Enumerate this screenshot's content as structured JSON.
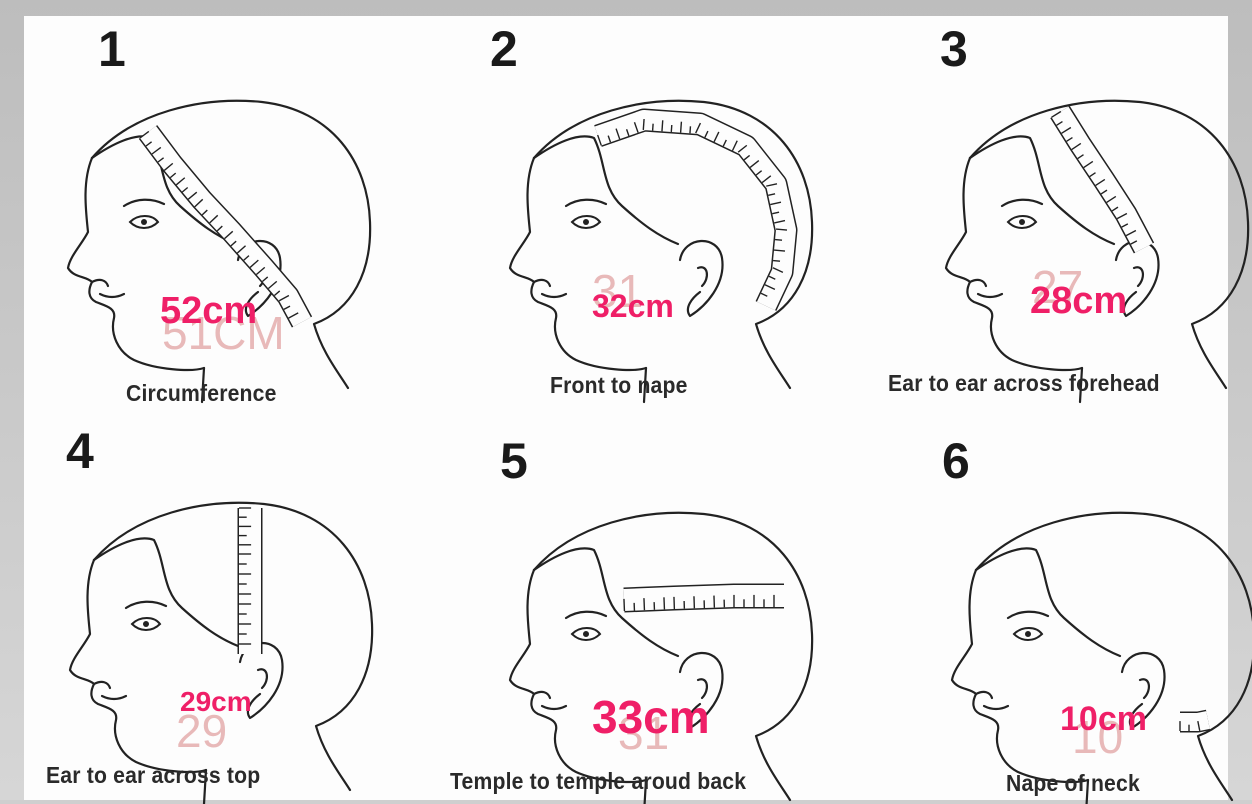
{
  "diagrams": [
    {
      "number": "1",
      "caption": "Circumference",
      "measurement": "52cm",
      "faded_value": "51CM",
      "tape": "circ"
    },
    {
      "number": "2",
      "caption": "Front to nape",
      "measurement": "32cm",
      "faded_value": "31",
      "tape": "front"
    },
    {
      "number": "3",
      "caption": "Ear to ear across forehead",
      "measurement": "28cm",
      "faded_value": "27",
      "tape": "ear"
    },
    {
      "number": "4",
      "caption": "Ear to ear across top",
      "measurement": "29cm",
      "faded_value": "29",
      "tape": "top"
    },
    {
      "number": "5",
      "caption": "Temple to temple aroud back",
      "measurement": "33cm",
      "faded_value": "31",
      "tape": "temple"
    },
    {
      "number": "6",
      "caption": "Nape of neck",
      "measurement": "10cm",
      "faded_value": "10",
      "tape": "nape"
    }
  ],
  "colors": {
    "measurement": "#ef1f67",
    "line": "#222222",
    "faded": "#e8b9b9"
  }
}
